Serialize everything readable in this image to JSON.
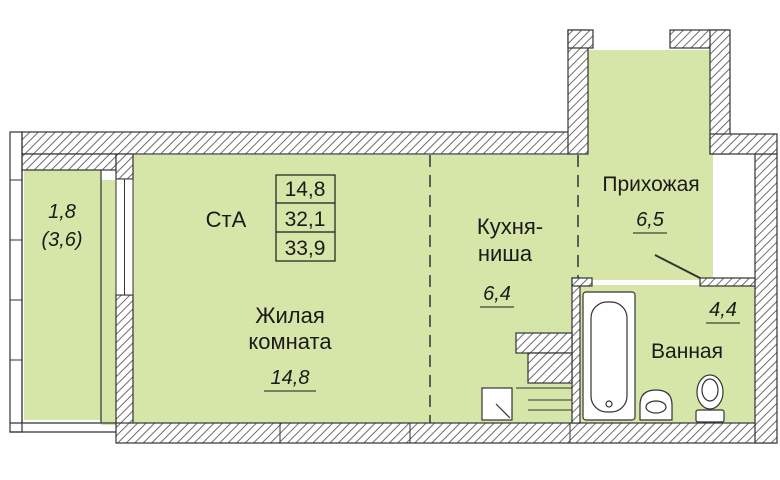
{
  "apartment": {
    "type_code": "СтА",
    "areas": [
      "14,8",
      "32,1",
      "33,9"
    ]
  },
  "rooms": {
    "balcony": {
      "area": "1,8",
      "area_full": "(3,6)"
    },
    "living": {
      "name_line1": "Жилая",
      "name_line2": "комната",
      "area": "14,8"
    },
    "kitchen": {
      "name_line1": "Кухня-",
      "name_line2": "ниша",
      "area": "6,4"
    },
    "hallway": {
      "name": "Прихожая",
      "area": "6,5"
    },
    "bathroom": {
      "name": "Ванная",
      "area": "4,4"
    }
  },
  "colors": {
    "room_fill": "#d6e6a8",
    "wall_hatch": "#7a7a7a",
    "wall_border": "#333333"
  }
}
